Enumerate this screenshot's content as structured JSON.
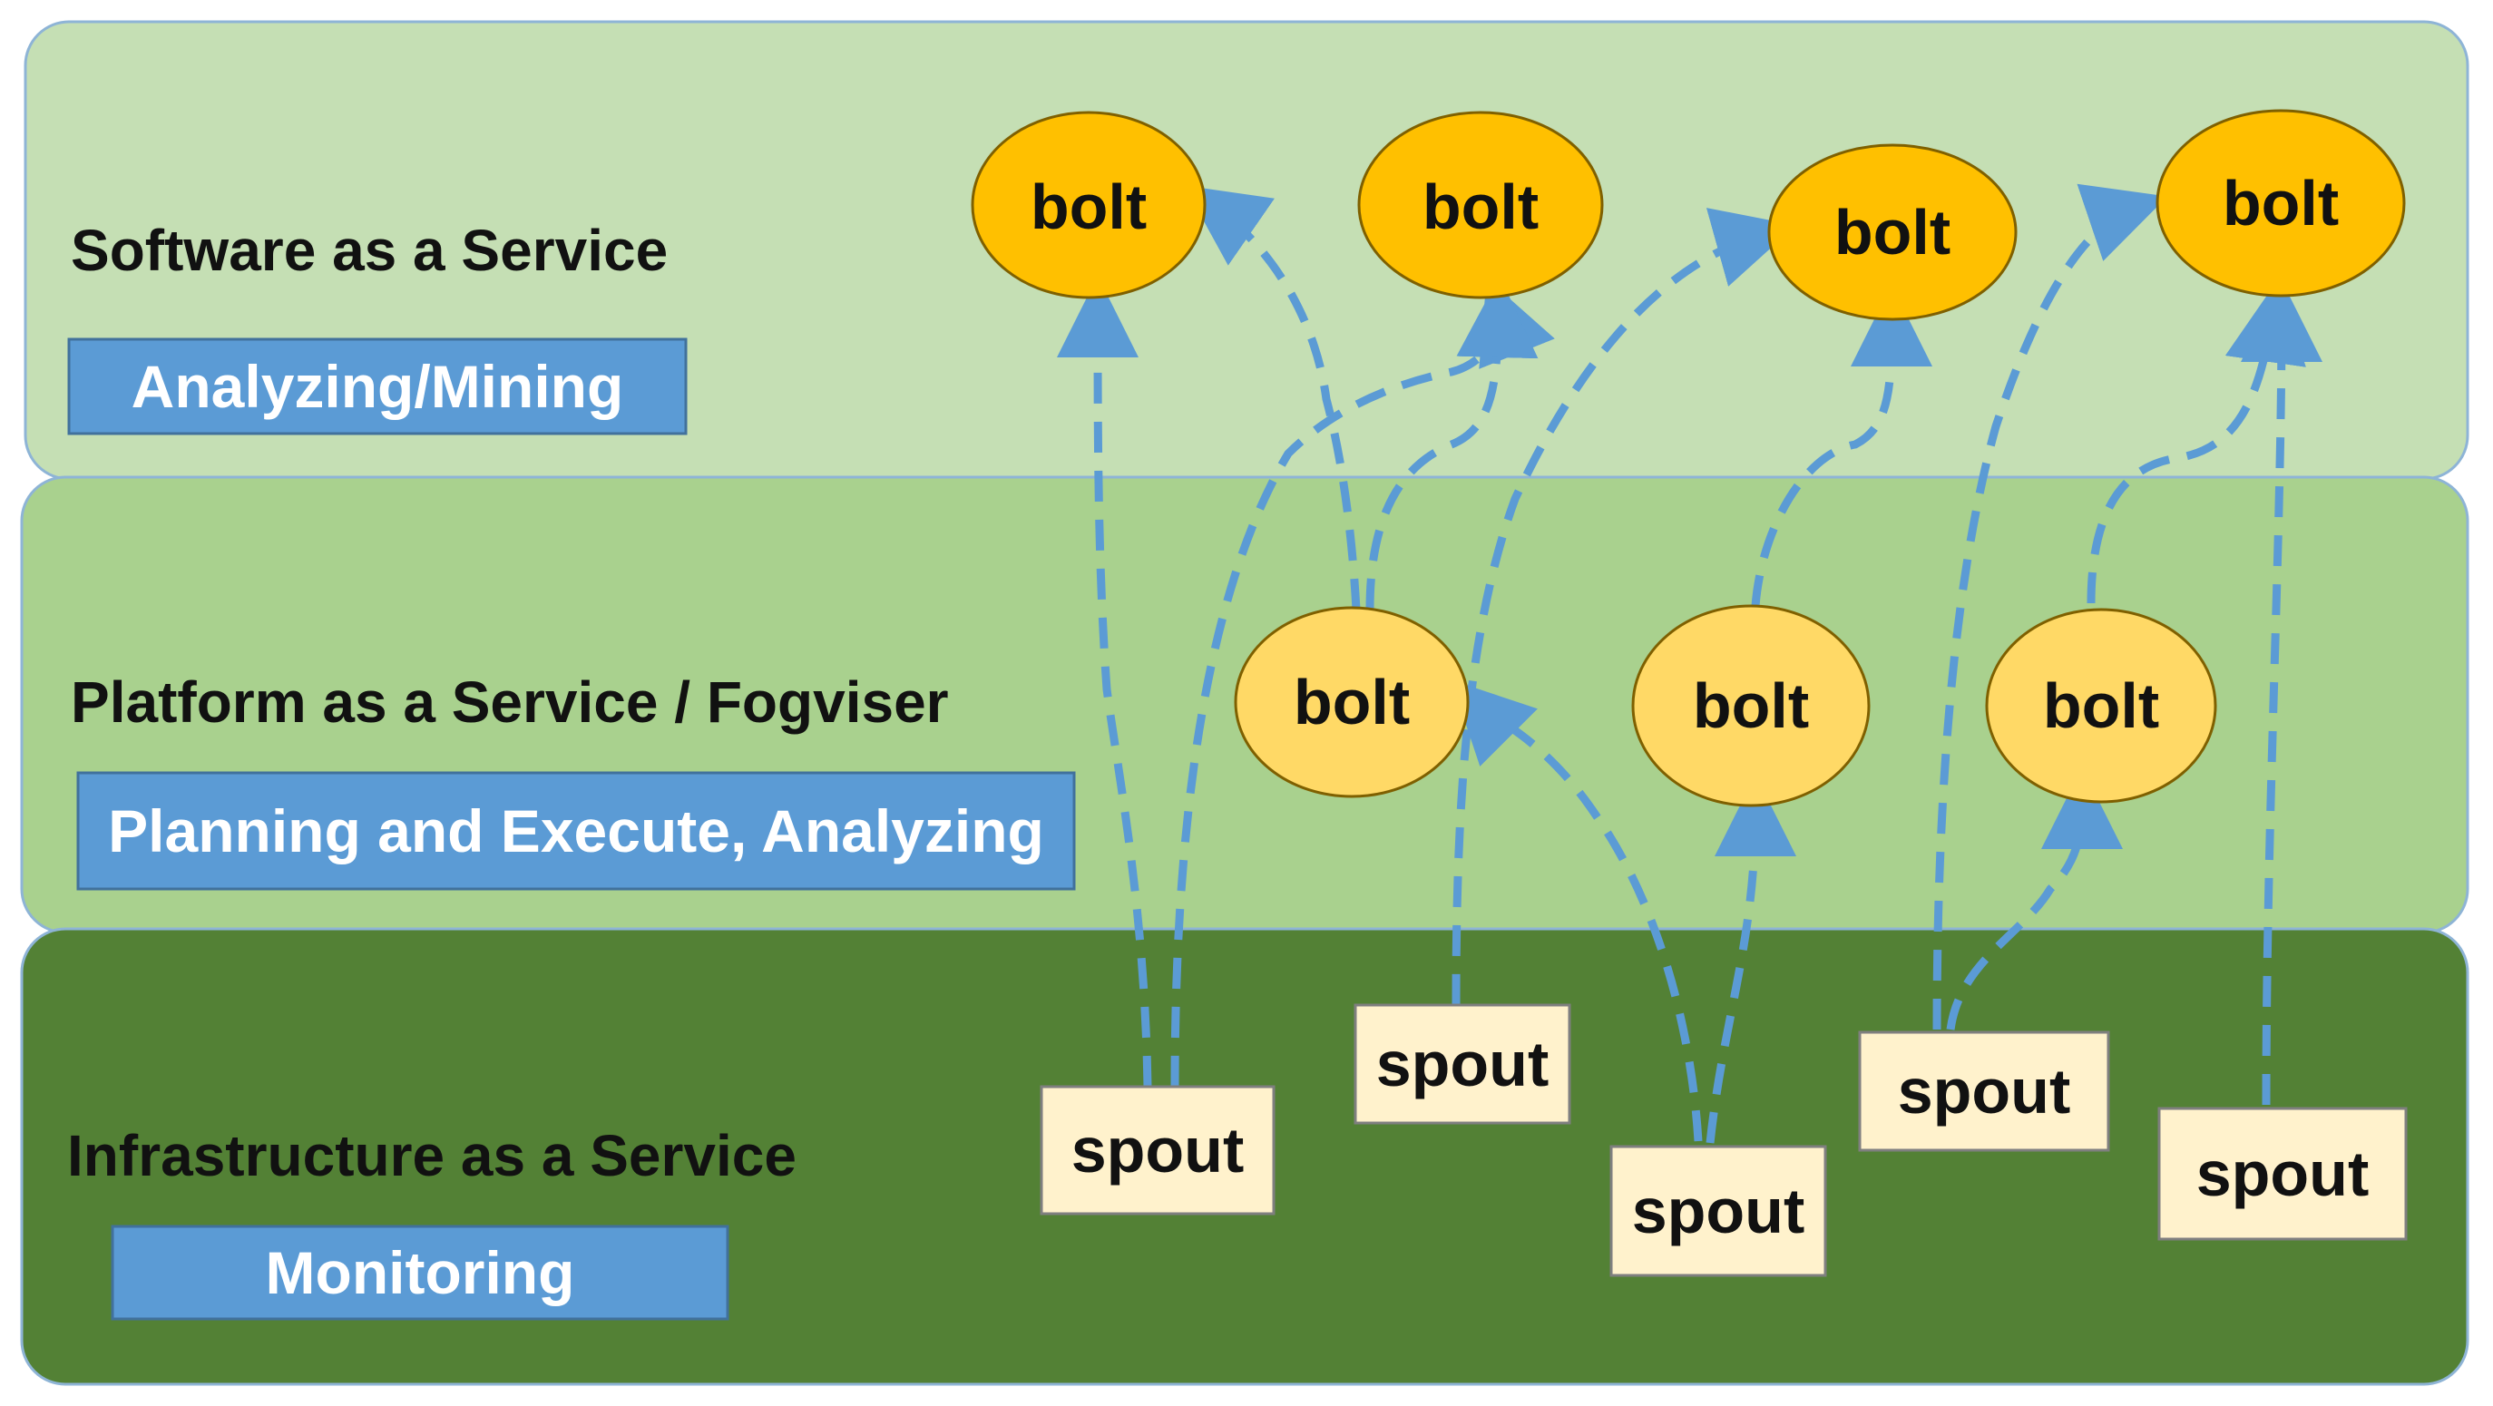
{
  "colors": {
    "saas_layer": "#c5dfb4",
    "paas_layer": "#a9d18e",
    "iaas_layer": "#538135",
    "layer_border": "#8eb4d6",
    "role_box": "#5b9bd5",
    "role_box_border": "#41719c",
    "bolt_saas": "#ffc000",
    "bolt_paas": "#ffd966",
    "bolt_border": "#7f6000",
    "spout_fill": "#fff2cc",
    "spout_border": "#7f7f7f",
    "arrow": "#5b9bd5"
  },
  "layers": {
    "saas": {
      "title": "Software as a Service",
      "role": "Analyzing/Mining"
    },
    "paas": {
      "title": "Platform as a Service / Fogviser",
      "role": "Planning and Execute, Analyzing"
    },
    "iaas": {
      "title": "Infrastructure as a Service",
      "role": "Monitoring"
    }
  },
  "nodes": {
    "saas_bolts": [
      "bolt",
      "bolt",
      "bolt",
      "bolt"
    ],
    "paas_bolts": [
      "bolt",
      "bolt",
      "bolt"
    ],
    "spouts": [
      "spout",
      "spout",
      "spout",
      "spout",
      "spout"
    ]
  }
}
